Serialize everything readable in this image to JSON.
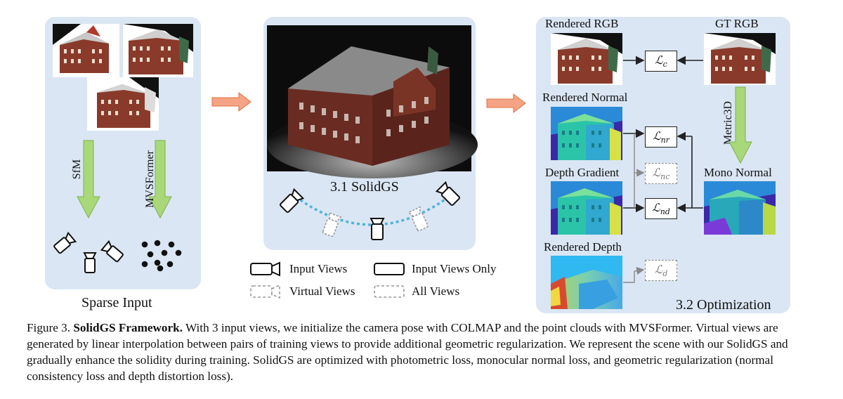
{
  "panels": {
    "sparse_input": {
      "title": "Sparse Input",
      "arrow_sfm": "SfM",
      "arrow_mvs": "MVSFormer"
    },
    "solidgs": {
      "title": "3.1 SolidGS"
    },
    "optimization": {
      "title": "3.2 Optimization",
      "rendered_rgb": "Rendered RGB",
      "gt_rgb": "GT RGB",
      "rendered_normal": "Rendered Normal",
      "depth_gradient": "Depth Gradient",
      "mono_normal": "Mono Normal",
      "rendered_depth": "Rendered Depth",
      "metric3d": "Metric3D"
    }
  },
  "losses": {
    "lc": {
      "sym": "ℒ",
      "sub": "c"
    },
    "lnr": {
      "sym": "ℒ",
      "sub": "nr"
    },
    "lnc": {
      "sym": "ℒ",
      "sub": "nc"
    },
    "lnd": {
      "sym": "ℒ",
      "sub": "nd"
    },
    "ld": {
      "sym": "ℒ",
      "sub": "d"
    }
  },
  "legend": {
    "input_views": "Input Views",
    "input_views_only": "Input Views Only",
    "virtual_views": "Virtual Views",
    "all_views": "All Views"
  },
  "caption": {
    "prefix": "Figure 3. ",
    "bold": "SolidGS Framework.",
    "text": " With 3 input views, we initialize the camera pose with COLMAP and the point clouds with MVSFormer. Virtual views are generated by linear interpolation between pairs of training views to provide additional geometric regularization. We represent the scene with our SolidGS and gradually enhance the solidity during training. SolidGS are optimized with photometric loss, monocular normal loss, and geometric regularization (normal consistency loss and depth distortion loss)."
  },
  "colors": {
    "panel": "#dae6f4",
    "green_arrow": "#a8d878",
    "orange_arrow": "#f4a484",
    "camera_dots": "#4fb4d8",
    "brick": "#8a3a2a"
  }
}
